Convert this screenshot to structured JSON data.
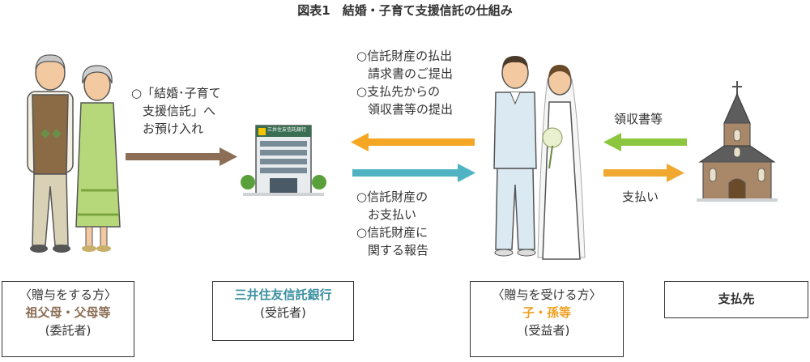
{
  "title": "図表1　結婚・子育て支援信託の仕組み",
  "colors": {
    "brown": "#8b6e55",
    "orange": "#f5a623",
    "teal": "#4fb3c4",
    "green": "#8cc63f",
    "gold": "#f0a830"
  },
  "notes": {
    "entrust": [
      "○「結婚･子育て",
      "支援信託」へ",
      "お預け入れ"
    ],
    "request": [
      "○信託財産の払出",
      "請求書のご提出",
      "○支払先からの",
      "領収書等の提出"
    ],
    "payout": [
      "○信託財産の",
      "お支払い",
      "○信託財産に",
      "関する報告"
    ],
    "receipt": "領収書等",
    "payment": "支払い"
  },
  "bank_sign": "三井住友信託銀行",
  "boxes": {
    "giver": {
      "line1": "〈贈与をする方〉",
      "line2": "祖父母・父母等",
      "line3": "(委託者)"
    },
    "bank": {
      "line1": "三井住友信託銀行",
      "line2": "(受託者)"
    },
    "receiver": {
      "line1": "〈贈与を受ける方〉",
      "line2": "子・孫等",
      "line3": "(受益者)"
    },
    "payee": {
      "line1": "支払先"
    }
  }
}
